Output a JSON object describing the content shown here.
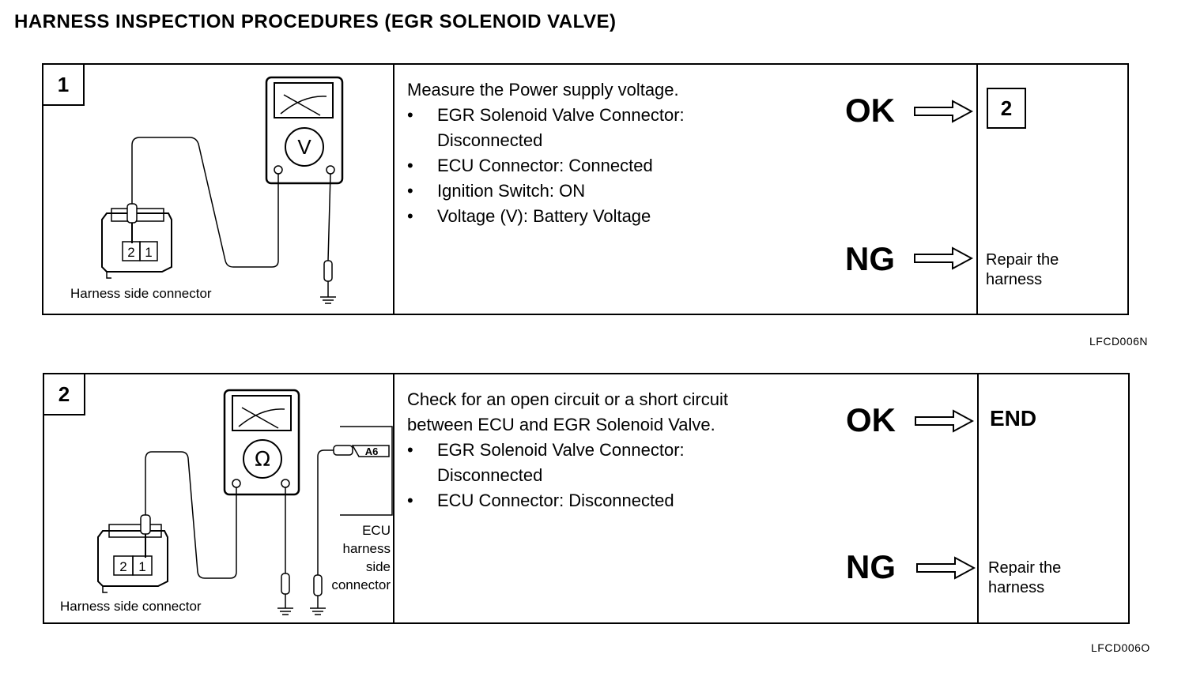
{
  "title": "HARNESS INSPECTION PROCEDURES (EGR SOLENOID VALVE)",
  "steps": [
    {
      "number": "1",
      "meter_symbol": "V",
      "connector_pins": [
        "2",
        "1"
      ],
      "connector_label": "Harness side connector",
      "instruction_head": "Measure the Power supply voltage.",
      "bullets": [
        "EGR Solenoid Valve Connector:",
        "Disconnected",
        "ECU Connector: Connected",
        "Ignition Switch: ON",
        "Voltage (V): Battery Voltage"
      ],
      "ok_label": "OK",
      "ok_result": "2",
      "ng_label": "NG",
      "ng_result": "Repair the harness",
      "figure_code": "LFCD006N"
    },
    {
      "number": "2",
      "meter_symbol": "Ω",
      "connector_pins": [
        "2",
        "1"
      ],
      "connector_label": "Harness side connector",
      "ecu_pin": "A6",
      "ecu_label": "ECU harness side connector",
      "instruction_head_1": "Check for an open circuit or a short circuit",
      "instruction_head_2": "between ECU and EGR Solenoid Valve.",
      "bullets": [
        "EGR Solenoid Valve Connector:",
        "Disconnected",
        "ECU Connector: Disconnected"
      ],
      "ok_label": "OK",
      "ok_result": "END",
      "ng_label": "NG",
      "ng_result": "Repair the harness",
      "figure_code": "LFCD006O"
    }
  ],
  "bullet_glyph": "•"
}
